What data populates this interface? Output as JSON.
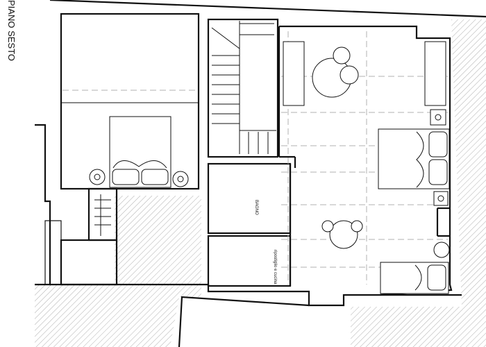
{
  "plan": {
    "floor_title": "PIANO SESTO",
    "rooms": {
      "bathroom": "BAGNO",
      "kitchenette": "ripostiglio e cucina"
    }
  }
}
